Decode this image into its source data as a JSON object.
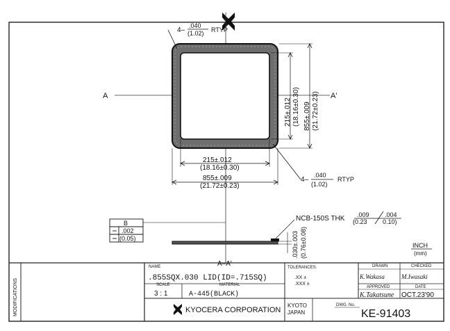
{
  "drawing": {
    "section_left": "A",
    "section_right": "A'",
    "inner_size_v_top": "215±.012",
    "inner_size_v_bot": "(18.16±0.30)",
    "outer_size_v_top": "855±.009",
    "outer_size_v_bot": "(21.72±0.23)",
    "inner_size_h_top": "215±.012",
    "inner_size_h_bot": "(18.16±0.30)",
    "outer_size_h_top": "855±.009",
    "outer_size_h_bot": "(21.72±0.23)",
    "radius_top_prefix": "4–",
    "radius_top_num": ".040",
    "radius_top_den": "(1.02)",
    "radius_top_suffix": "RTYP",
    "radius_bot_prefix": "4–",
    "radius_bot_num": ".040",
    "radius_bot_den": "(1.02)",
    "radius_bot_suffix": "RTYP",
    "flatness_label": "B",
    "flatness_value": ".002",
    "flatness_metric": "(0.05)",
    "seal_label": "NCB-150S THK",
    "seal_thk_top": ".009",
    "seal_thk_top2": ".004",
    "seal_thk_bot": "(0.23",
    "seal_thk_bot2": "0.10)",
    "lid_thk_top": ".030±.003",
    "lid_thk_bot": "(0.76±0.08)",
    "section_caption": "A–A'",
    "unit_top": "INCH",
    "unit_bot": "(mm)"
  },
  "title_block": {
    "modifications": "MODIFICATIONS",
    "name_label": "NAME",
    "name_value": ".855SQX.030 LID(ID=.715SQ)",
    "scale_label": "SCALE",
    "scale_value": "3 : 1",
    "material_label": "MATERIAL",
    "material_value": "A-445(BLACK)",
    "company": "KYOCERA CORPORATION",
    "city": "KYOTO",
    "country": "JAPAN",
    "tolerances_label": "TOLERANCES:",
    "tol_line1": ".XX  ±",
    "tol_line2": ".XXX ±",
    "drawn_label": "DRAWN",
    "checked_label": "CHECKED",
    "approved_label": "APPROVED",
    "date_label": "DATE",
    "drawn_sig": "K.Wakasa",
    "checked_sig": "M.Iwasaki",
    "approved_sig": "K.Takatsune",
    "date_value": "OCT.23'90",
    "dwg_no_label": "DWG. No.",
    "dwg_no": "KE-91403"
  }
}
